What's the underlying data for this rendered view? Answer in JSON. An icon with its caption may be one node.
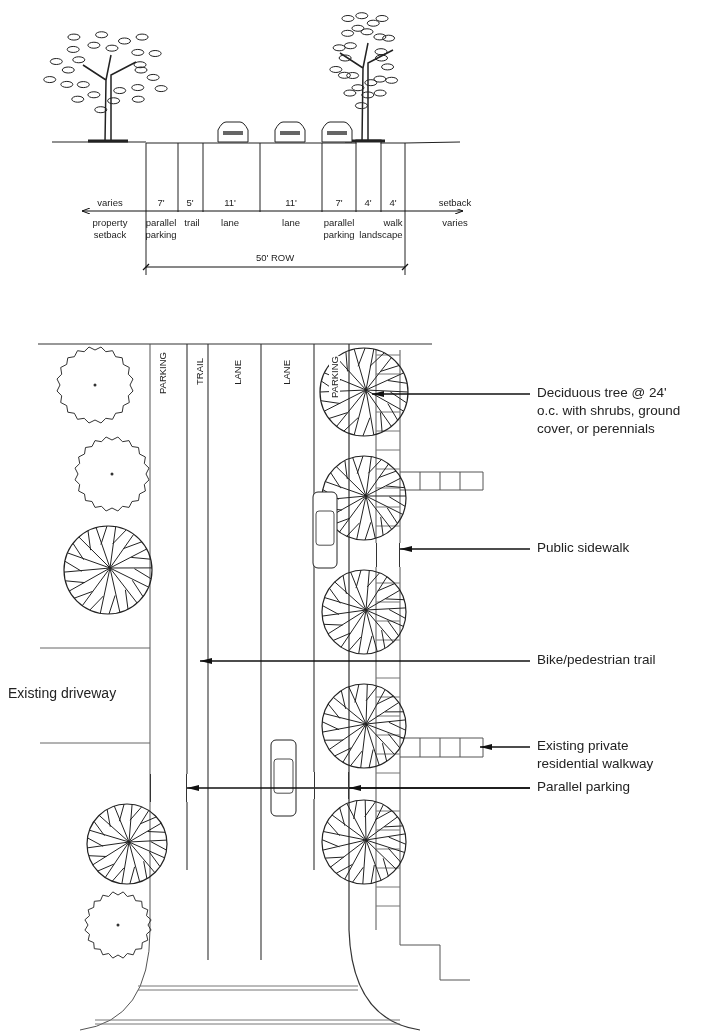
{
  "diagram": {
    "nodes": [
      {
        "text": [
          "Deciduous tree @ 24' o.c. with shrubs, ground cover, or perennials"
        ]
      },
      {
        "text": [
          "Public sidewalk"
        ]
      },
      {
        "text": [
          "Bike/pedestrian trail"
        ]
      },
      {
        "text": [
          "Existing private residential walkway"
        ]
      },
      {
        "text": [
          "Parallel parking"
        ]
      },
      {
        "text": [],
        "shape": "bar"
      },
      {
        "text": [],
        "shape": "bar"
      },
      {
        "text": [],
        "shape": "bar"
      }
    ],
    "edges": [
      {
        "from": 0,
        "to": null,
        "arrow": "to"
      },
      {
        "from": 1,
        "to": 7,
        "arrow": "to"
      },
      {
        "from": 2,
        "to": null,
        "arrow": "to"
      },
      {
        "from": 3,
        "to": null,
        "arrow": "to"
      },
      {
        "from": 4,
        "to": 6,
        "arrow": "to"
      },
      {
        "from": 4,
        "to": 5,
        "arrow": "to"
      }
    ],
    "labels": [
      "varies",
      "7'",
      "5'",
      "11'",
      "11'",
      "7'",
      "4'",
      "4'",
      "setback",
      "property setback",
      "parallel parking",
      "trail",
      "lane",
      "lane",
      "parallel parking",
      "walk",
      "varies",
      "landscape",
      "50' ROW",
      "PARKING",
      "TRAIL",
      "LANE",
      "LANE",
      "PARKING",
      "Existing driveway"
    ]
  }
}
